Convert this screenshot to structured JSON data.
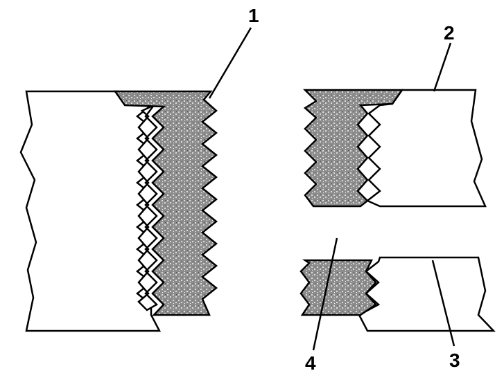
{
  "callouts": [
    {
      "id": "1",
      "text": "1"
    },
    {
      "id": "2",
      "text": "2"
    },
    {
      "id": "3",
      "text": "3"
    },
    {
      "id": "4",
      "text": "4"
    }
  ],
  "colors": {
    "line": "#000000",
    "background": "#ffffff",
    "insert_fill": "#8c8c8c",
    "insert_speckle": "#dcdcdc"
  }
}
